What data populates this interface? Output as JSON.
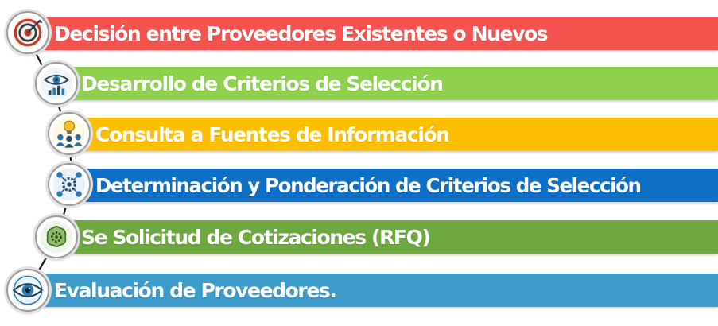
{
  "steps": [
    {
      "label": "Decisión entre Proveedores Existentes o Nuevos",
      "color": "#f5534f",
      "icon": "target-icon"
    },
    {
      "label": "Desarrollo de Criterios de Selección",
      "color": "#8fd14f",
      "icon": "eye-chart-icon"
    },
    {
      "label": "Consulta a Fuentes de Información",
      "color": "#fdbf00",
      "icon": "lightbulb-team-icon"
    },
    {
      "label": "Determinación y Ponderación de Criterios de Selección",
      "color": "#0e6fc6",
      "icon": "gear-network-icon"
    },
    {
      "label": "Se Solicitud de Cotizaciones (RFQ)",
      "color": "#6ea93f",
      "icon": "brain-gear-icon"
    },
    {
      "label": "Evaluación de Proveedores.",
      "color": "#3d9bcc",
      "icon": "eye-icon"
    }
  ]
}
